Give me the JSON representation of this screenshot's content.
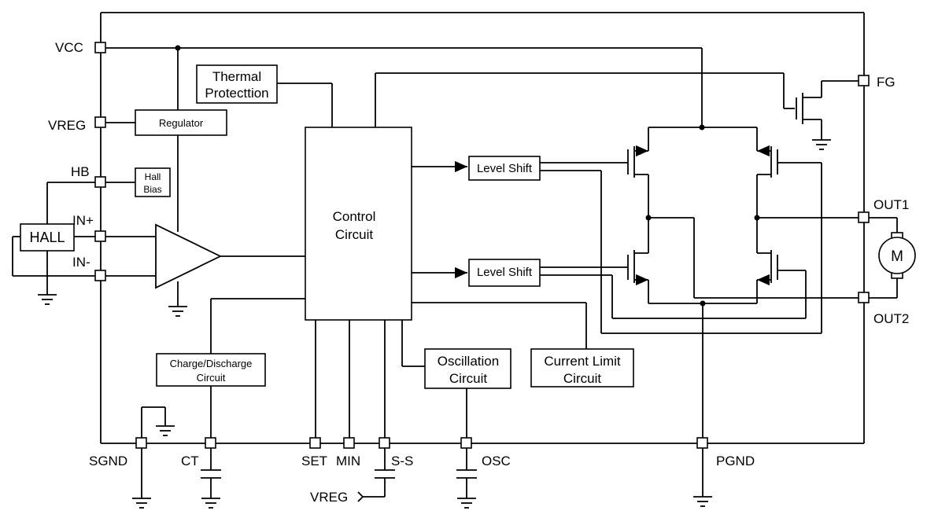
{
  "pins": {
    "vcc": "VCC",
    "vreg": "VREG",
    "hb": "HB",
    "in_plus": "IN+",
    "in_minus": "IN-",
    "fg": "FG",
    "out1": "OUT1",
    "out2": "OUT2",
    "sgnd": "SGND",
    "ct": "CT",
    "set": "SET",
    "min": "MIN",
    "ss": "S-S",
    "osc": "OSC",
    "pgnd": "PGND",
    "vreg_in": "VREG"
  },
  "blocks": {
    "thermal": [
      "Thermal",
      "Protecttion"
    ],
    "regulator": "Regulator",
    "hall_bias": [
      "Hall",
      "Bias"
    ],
    "hall": "HALL",
    "control": [
      "Control",
      "Circuit"
    ],
    "level_shift_top": "Level Shift",
    "level_shift_bottom": "Level Shift",
    "charge_discharge": [
      "Charge/Discharge",
      "Circuit"
    ],
    "oscillation": [
      "Oscillation",
      "Circuit"
    ],
    "current_limit": [
      "Current Limit",
      "Circuit"
    ],
    "motor": "M"
  }
}
